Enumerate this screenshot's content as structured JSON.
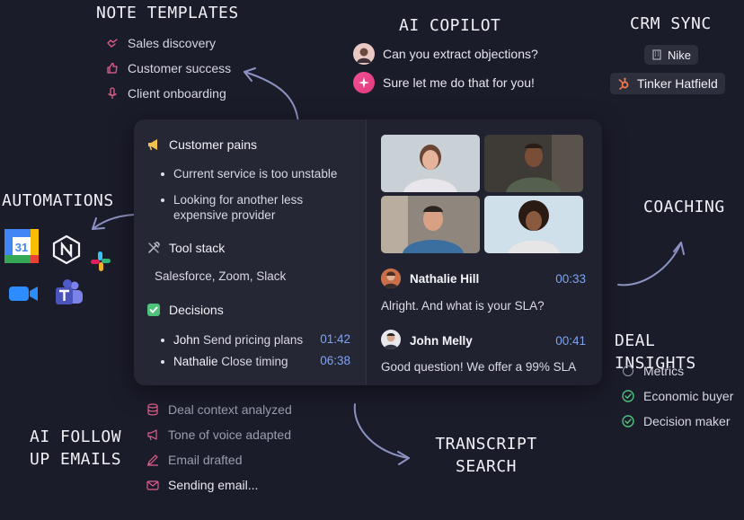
{
  "note_templates": {
    "heading": "NOTE TEMPLATES",
    "items": [
      {
        "label": "Sales discovery",
        "icon": "handshake-icon"
      },
      {
        "label": "Customer success",
        "icon": "thumbs-up-icon"
      },
      {
        "label": "Client onboarding",
        "icon": "microphone-icon"
      }
    ]
  },
  "ai_copilot": {
    "heading": "AI COPILOT",
    "messages": [
      {
        "text": "Can you extract objections?",
        "icon": "user-avatar"
      },
      {
        "text": "Sure let me do that for you!",
        "icon": "sparkle-icon"
      }
    ]
  },
  "crm_sync": {
    "heading": "CRM SYNC",
    "company": "Nike",
    "contact": "Tinker Hatfield"
  },
  "automations": {
    "heading": "AUTOMATIONS",
    "apps": [
      "google-calendar-icon",
      "notion-icon",
      "slack-icon",
      "zoom-icon",
      "teams-icon"
    ]
  },
  "coaching": {
    "heading": "COACHING"
  },
  "deal_insights": {
    "heading": "DEAL INSIGHTS",
    "items": [
      {
        "label": "Metrics",
        "status": "unchecked"
      },
      {
        "label": "Economic buyer",
        "status": "checked"
      },
      {
        "label": "Decision maker",
        "status": "checked"
      }
    ]
  },
  "ai_follow_up": {
    "heading_line1": "AI FOLLOW",
    "heading_line2": "UP EMAILS",
    "steps": [
      {
        "label": "Deal context analyzed",
        "icon": "database-icon"
      },
      {
        "label": "Tone of voice adapted",
        "icon": "megaphone-icon"
      },
      {
        "label": "Email drafted",
        "icon": "pencil-icon"
      },
      {
        "label": "Sending email...",
        "icon": "envelope-icon"
      }
    ]
  },
  "transcript_search": {
    "heading_line1": "TRANSCRIPT",
    "heading_line2": "SEARCH"
  },
  "notes": {
    "customer_pains": {
      "title": "Customer pains",
      "bullets": [
        "Current service is too unstable",
        "Looking for another less",
        "expensive provider"
      ]
    },
    "tool_stack": {
      "title": "Tool stack",
      "text": "Salesforce, Zoom, Slack"
    },
    "decisions": {
      "title": "Decisions",
      "items": [
        {
          "who": "John",
          "what": " Send pricing plans",
          "time": "01:42"
        },
        {
          "who": "Nathalie",
          "what": " Close timing",
          "time": "06:38"
        }
      ]
    }
  },
  "transcript": [
    {
      "name": "Nathalie Hill",
      "time": "00:33",
      "message": "Alright. And what is your SLA?"
    },
    {
      "name": "John Melly",
      "time": "00:41",
      "message": "Good question! We offer a 99% SLA"
    }
  ],
  "colors": {
    "background": "#1b1c2a",
    "card": "#252735",
    "timestamp": "#7fa3f2",
    "accent_orange": "#ef7a4a",
    "check_green": "#4fc27a"
  }
}
